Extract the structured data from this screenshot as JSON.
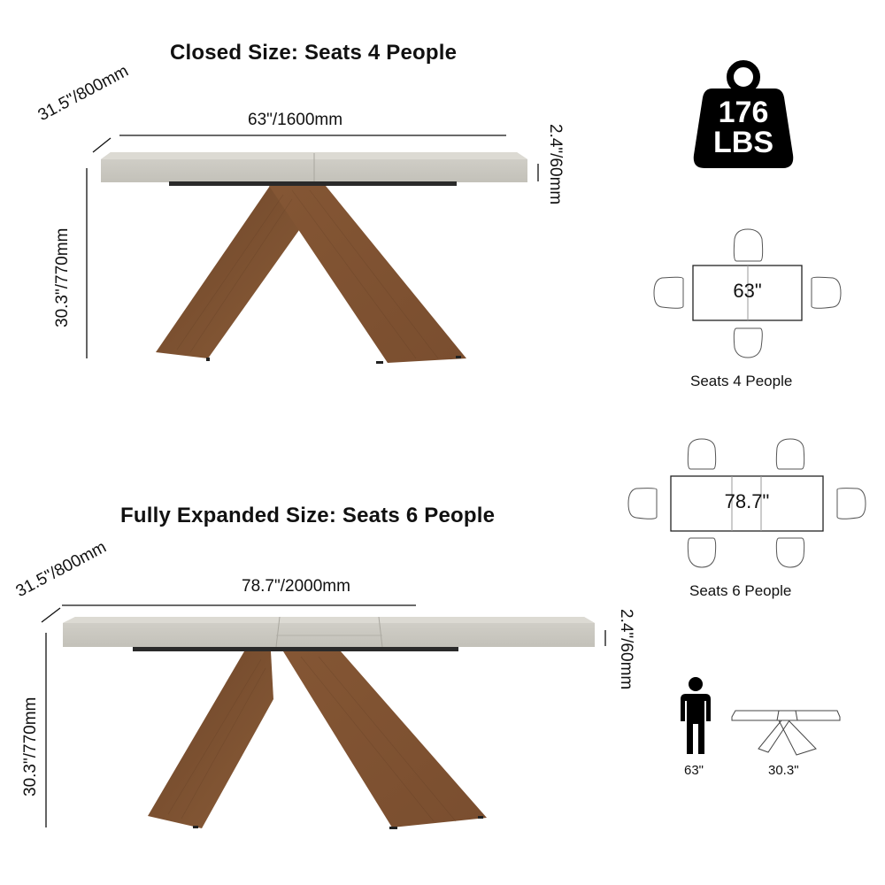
{
  "closed": {
    "title": "Closed Size: Seats 4 People",
    "width_label": "63\"/1600mm",
    "depth_label": "31.5\"/800mm",
    "height_label": "30.3\"/770mm",
    "thickness_label": "2.4\"/60mm"
  },
  "expanded": {
    "title": "Fully Expanded Size: Seats 6 People",
    "width_label": "78.7\"/2000mm",
    "depth_label": "31.5\"/800mm",
    "height_label": "30.3\"/770mm",
    "thickness_label": "2.4\"/60mm"
  },
  "weight": {
    "value": "176",
    "unit": "LBS",
    "icon": "weight-icon"
  },
  "layout_4": {
    "table_label": "63\"",
    "caption": "Seats 4 People",
    "chairs": 4
  },
  "layout_6": {
    "table_label": "78.7\"",
    "caption": "Seats 6 People",
    "chairs": 6
  },
  "scale": {
    "person_label": "63\"",
    "table_label": "30.3\"",
    "icons": [
      "person-icon",
      "table-outline-icon"
    ]
  },
  "colors": {
    "tabletop": "#c9c7bf",
    "wood": "#7a4f30",
    "apron": "#2a2a2a",
    "text": "#111111"
  }
}
